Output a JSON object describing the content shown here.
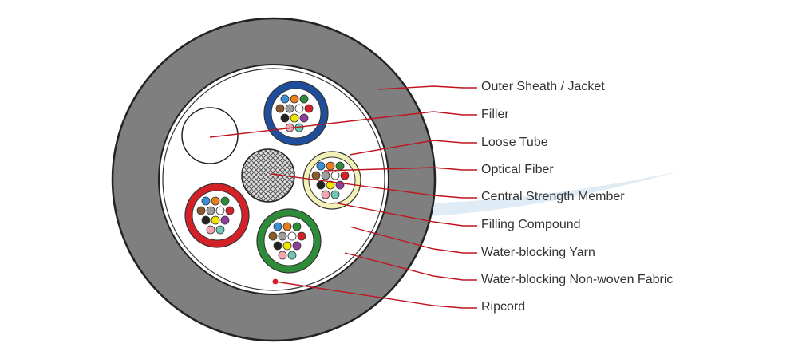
{
  "labels": [
    {
      "id": "outer-sheath",
      "text": "Outer Sheath / Jacket"
    },
    {
      "id": "filler",
      "text": "Filler"
    },
    {
      "id": "loose-tube",
      "text": "Loose Tube"
    },
    {
      "id": "optical-fiber",
      "text": "Optical Fiber"
    },
    {
      "id": "central-strength-member",
      "text": "Central Strength Member"
    },
    {
      "id": "filling-compound",
      "text": "Filling Compound"
    },
    {
      "id": "water-blocking-yarn",
      "text": "Water-blocking Yarn"
    },
    {
      "id": "water-blocking-fabric",
      "text": "Water-blocking Non-woven Fabric"
    },
    {
      "id": "ripcord",
      "text": "Ripcord"
    }
  ],
  "colors": {
    "sheath": "#7f7f7f",
    "leader_line": "#c0141e",
    "tube_blue": "#1f4e9c",
    "tube_red": "#d42027",
    "tube_green": "#2e8b3a",
    "tube_yellow": "#f2f2b8",
    "watermark": "#d6e6f2",
    "fiber_palette": [
      "#3a8fd6",
      "#e87d1e",
      "#2e8b3a",
      "#8b5a2b",
      "#9e9e9e",
      "#ffffff",
      "#d42027",
      "#222222",
      "#f2e600",
      "#8e3f9c",
      "#f4a6b0",
      "#6fc7b4"
    ]
  }
}
